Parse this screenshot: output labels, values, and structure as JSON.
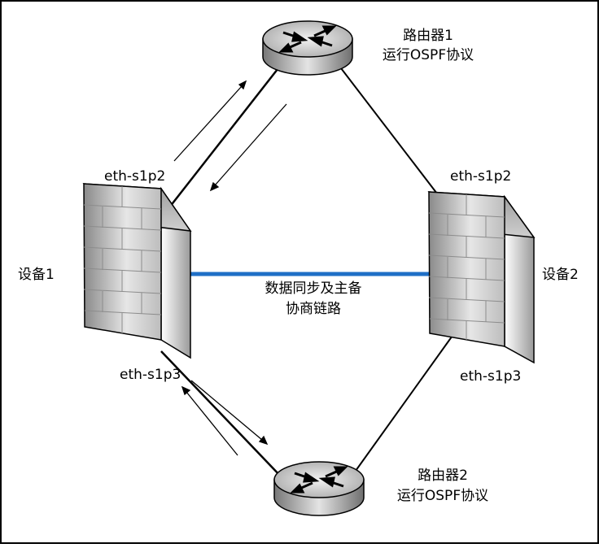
{
  "router1": {
    "name": "路由器1",
    "protocol": "运行OSPF协议"
  },
  "router2": {
    "name": "路由器2",
    "protocol": "运行OSPF协议"
  },
  "device1": {
    "name": "设备1",
    "port_top": "eth-s1p2",
    "port_bottom": "eth-s1p3"
  },
  "device2": {
    "name": "设备2",
    "port_top": "eth-s1p2",
    "port_bottom": "eth-s1p3"
  },
  "link": {
    "line1": "数据同步及主备",
    "line2": "协商链路",
    "color": "#1f6fc6"
  },
  "icons": [
    "router-icon",
    "firewall-icon",
    "arrow-icon"
  ]
}
